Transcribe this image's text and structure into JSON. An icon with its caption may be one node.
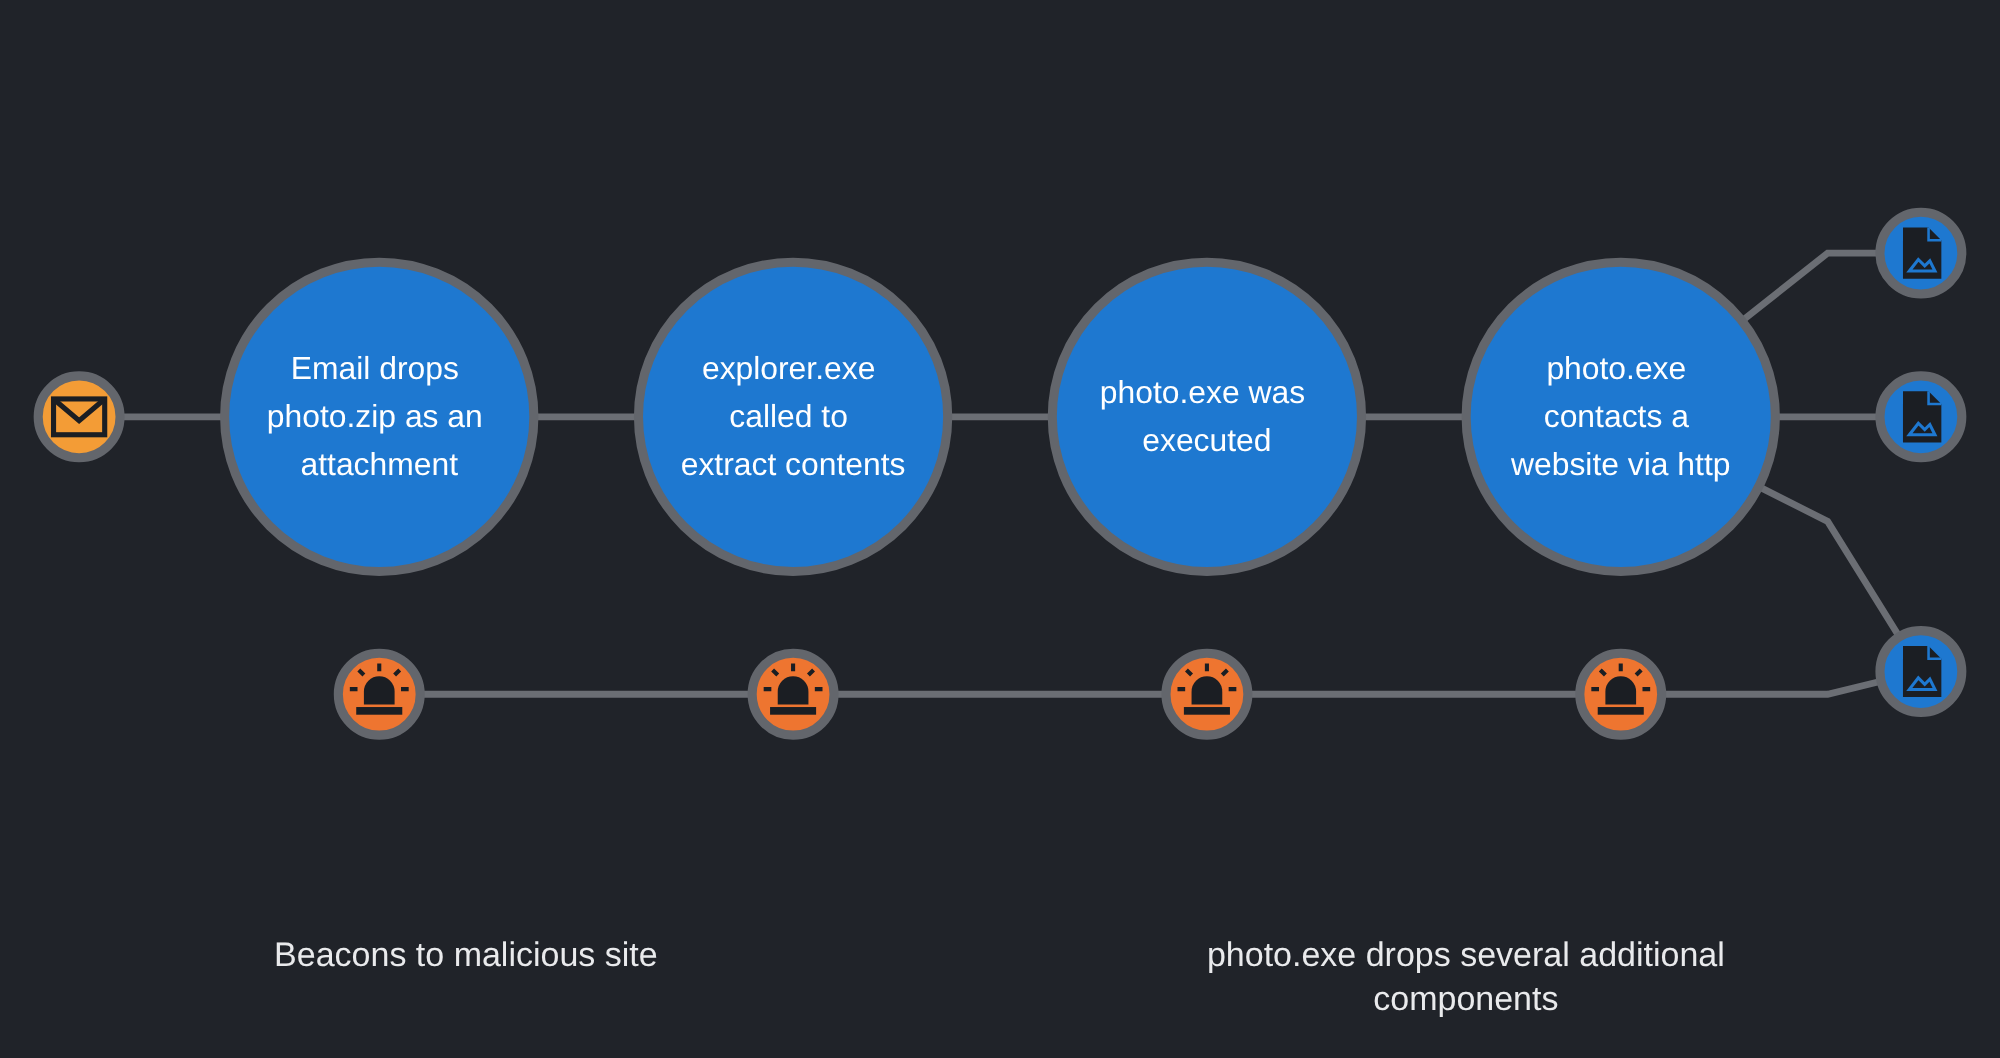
{
  "diagram": {
    "nodes": [
      {
        "text": [],
        "shape": "circle"
      },
      {
        "text": [
          "Email drops photo.zip as an attachment"
        ]
      },
      {
        "text": [
          "explorer.exe called to extract contents"
        ]
      },
      {
        "text": [
          "photo.exe was executed"
        ]
      },
      {
        "text": [
          "photo.exe contacts a website via http"
        ]
      },
      {
        "text": [],
        "shape": "circle"
      },
      {
        "text": [],
        "shape": "circle"
      },
      {
        "text": [],
        "shape": "circle"
      },
      {
        "text": [],
        "shape": "circle"
      },
      {
        "text": [],
        "shape": "circle"
      },
      {
        "text": [],
        "shape": "circle"
      },
      {
        "text": [],
        "shape": "circle"
      }
    ],
    "edges": [
      {
        "from": 0,
        "to": 1,
        "arrow": "none"
      },
      {
        "from": 1,
        "to": 2,
        "arrow": "none"
      },
      {
        "from": 2,
        "to": 3,
        "arrow": "none"
      },
      {
        "from": 3,
        "to": 4,
        "arrow": "none"
      },
      {
        "from": 4,
        "to": 5,
        "arrow": "none"
      },
      {
        "from": 4,
        "to": 6,
        "arrow": "none"
      },
      {
        "from": 4,
        "to": 7,
        "arrow": "none"
      },
      {
        "from": 8,
        "to": 9,
        "arrow": "none"
      },
      {
        "from": 9,
        "to": 10,
        "arrow": "none"
      },
      {
        "from": 10,
        "to": 11,
        "arrow": "none"
      },
      {
        "from": 11,
        "to": 5,
        "arrow": "none"
      }
    ],
    "labels": [
      "photo.exe drops several additional components",
      "Beacons to malicious site"
    ]
  }
}
